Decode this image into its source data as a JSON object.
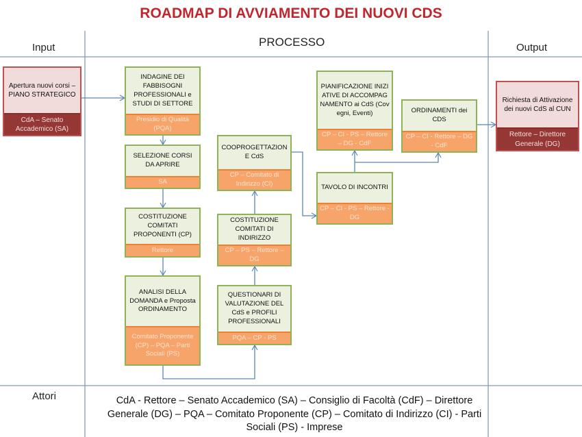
{
  "title": "ROADMAP DI AVVIAMENTO DEI NUOVI CDS",
  "columns": {
    "input": "Input",
    "process": "PROCESSO",
    "output": "Output",
    "actors": "Attori"
  },
  "boxes": {
    "input": {
      "title": "Apertura nuovi corsi – PIANO STRATEGICO",
      "actors": "CdA – Senato Accademico (SA)"
    },
    "indagine": {
      "title": "INDAGINE DEI FABBISOGNI PROFESSIONALI e STUDI DI SETTORE",
      "actors": "Presidio di Qualità (PQA)"
    },
    "selezione": {
      "title": "SELEZIONE CORSI DA APRIRE",
      "actors": "SA"
    },
    "costituzione_cp": {
      "title": "COSTITUZIONE COMITATI PROPONENTI (CP)",
      "actors": "Rettore"
    },
    "analisi": {
      "title": "ANALISI DELLA DOMANDA e Proposta ORDINAMENTO",
      "actors": "Comitato Proponente (CP) – PQA – Parti Sociali (PS)"
    },
    "questionari": {
      "title": "QUESTIONARI DI VALUTAZIONE DEL CdS e PROFILI PROFESSIONALI",
      "actors": "PQA – CP - PS"
    },
    "costituzione_ci": {
      "title": "COSTITUZIONE COMITATI DI INDIRIZZO",
      "actors": "CP – PS – Rettore – DG"
    },
    "cooprogettazione": {
      "title": "COOPROGETTAZIONE CdS",
      "actors": "CP – Comitato di Indirizzo (CI)"
    },
    "tavolo": {
      "title": "TAVOLO DI INCONTRI",
      "actors": "CP – CI - PS – Rettore - DG"
    },
    "pianificazione": {
      "title": "PIANIFICAZIONE INIZIATIVE DI ACCOMPAGNAMENTO ai CdS (Covegni, Eventi)",
      "actors": "CP – CI - PS – Rettore – DG - CdF"
    },
    "ordinamenti": {
      "title": "ORDINAMENTI dei CDS",
      "actors": "CP – CI - Rettore – DG - CdF"
    },
    "output": {
      "title": "Richiesta di Attivazione dei nuovi CdS al CUN",
      "actors": "Rettore – Direttore Generale (DG)"
    }
  },
  "actors_text": "CdA - Rettore – Senato Accademico (SA) – Consiglio di Facoltà (CdF) – Direttore Generale (DG) – PQA – Comitato Proponente (CP) – Comitato di Indirizzo (CI) - Parti Sociali (PS) - Imprese"
}
